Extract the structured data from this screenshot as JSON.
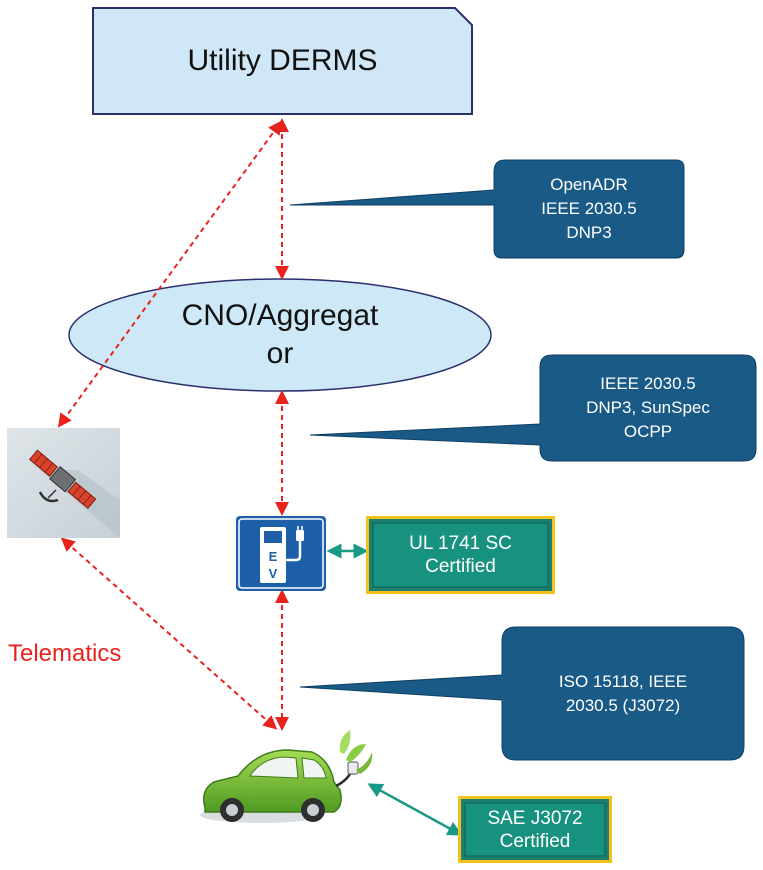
{
  "nodes": {
    "derms": {
      "label": "Utility DERMS"
    },
    "aggregator": {
      "line1": "CNO/Aggregat",
      "line2": "or"
    }
  },
  "callouts": {
    "utility_protocols": [
      "OpenADR",
      "IEEE 2030.5",
      "DNP3"
    ],
    "aggregator_protocols": [
      "IEEE 2030.5",
      "DNP3, SunSpec",
      "OCPP"
    ],
    "charger_protocols": [
      "ISO 15118, IEEE",
      "2030.5 (J3072)"
    ]
  },
  "certifications": {
    "charger": [
      "UL 1741 SC",
      "Certified"
    ],
    "vehicle": [
      "SAE J3072",
      "Certified"
    ]
  },
  "labels": {
    "telematics": "Telematics"
  },
  "icons": [
    "satellite-icon",
    "ev-charger-icon",
    "electric-car-icon"
  ],
  "colors": {
    "derms_fill": "#cfe7f7",
    "aggregator_fill": "#cde9f8",
    "callout_fill": "#1a5a86",
    "cert_fill": "#17927f",
    "cert_border": "#f2c21b",
    "link_red": "#e8231d",
    "link_teal": "#1a9a86",
    "telematics_text": "#e8231d",
    "charger_blue": "#1e60a8",
    "car_green": "#7cc23a"
  }
}
